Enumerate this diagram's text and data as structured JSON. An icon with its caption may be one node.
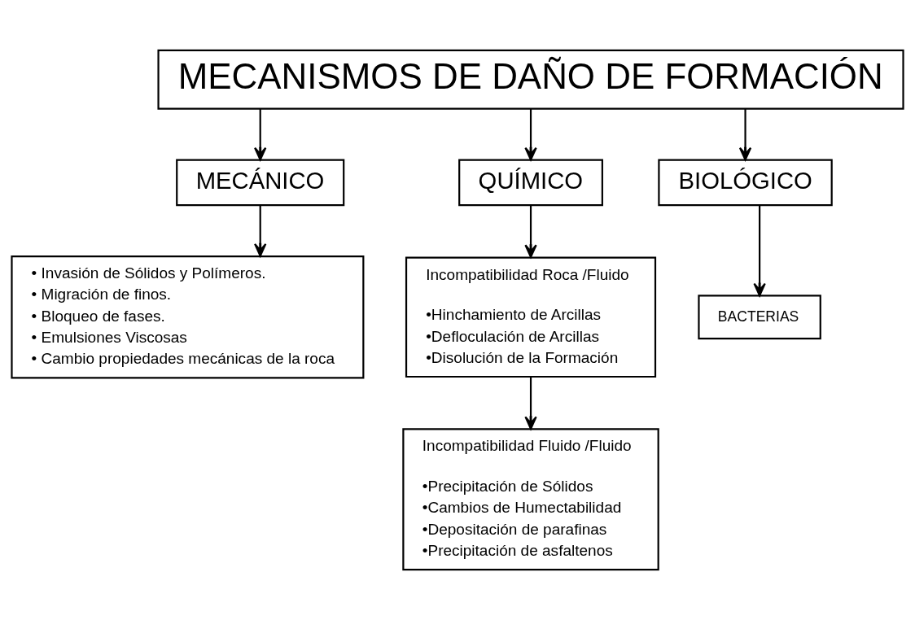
{
  "diagram": {
    "nodes": [
      {
        "text": [
          "MECANISMOS DE DAÑO DE FORMACIÓN"
        ]
      },
      {
        "text": [
          "MECÁNICO"
        ]
      },
      {
        "text": [
          "QUÍMICO"
        ]
      },
      {
        "text": [
          "BIOLÓGICO"
        ]
      },
      {
        "text": [
          "• Invasión de Sólidos y Polímeros.",
          "• Migración de finos.",
          "• Bloqueo de fases.",
          "• Emulsiones Viscosas",
          "• Cambio propiedades mecánicas de la roca"
        ]
      },
      {
        "text": [
          "Incompatibilidad Roca /Fluido",
          "•Hinchamiento de Arcillas",
          "•Defloculación de Arcillas",
          "•Disolución de la Formación"
        ]
      },
      {
        "text": [
          "Incompatibilidad Fluido /Fluido",
          "•Precipitación de Sólidos",
          "•Cambios de Humectabilidad",
          "•Depositación de parafinas",
          "•Precipitación de asfaltenos"
        ]
      },
      {
        "text": [
          "BACTERIAS"
        ]
      }
    ],
    "edges": [
      {
        "from": 0,
        "to": 1,
        "arrow": "to"
      },
      {
        "from": 0,
        "to": 2,
        "arrow": "to"
      },
      {
        "from": 0,
        "to": 3,
        "arrow": "to"
      },
      {
        "from": 1,
        "to": 4,
        "arrow": "to"
      },
      {
        "from": 2,
        "to": 5,
        "arrow": "to"
      },
      {
        "from": 3,
        "to": 7,
        "arrow": "to"
      },
      {
        "from": 5,
        "to": 6,
        "arrow": "to"
      }
    ]
  }
}
